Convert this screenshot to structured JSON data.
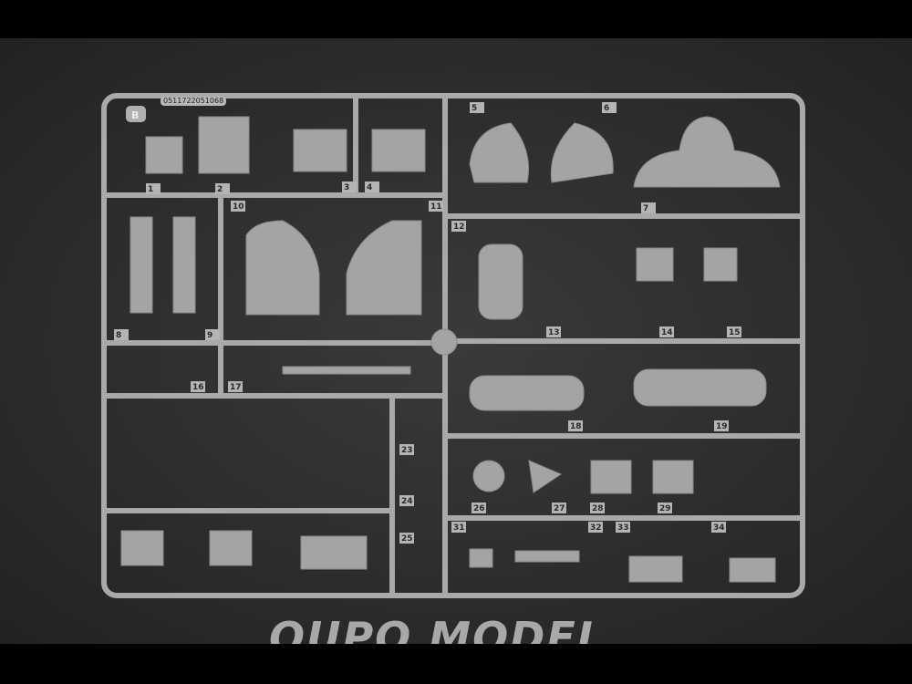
{
  "sprue": {
    "letter": "B",
    "code": "0511722051068",
    "part_numbers": [
      "1",
      "2",
      "3",
      "4",
      "5",
      "6",
      "7",
      "8",
      "9",
      "10",
      "11",
      "12",
      "13",
      "14",
      "15",
      "16",
      "17",
      "18",
      "19",
      "23",
      "24",
      "25",
      "26",
      "27",
      "28",
      "29",
      "31",
      "32",
      "33",
      "34"
    ]
  },
  "watermark": "OUPO MODEL",
  "colors": {
    "plastic": "#a9a9a9",
    "background": "#2e2e2e"
  }
}
